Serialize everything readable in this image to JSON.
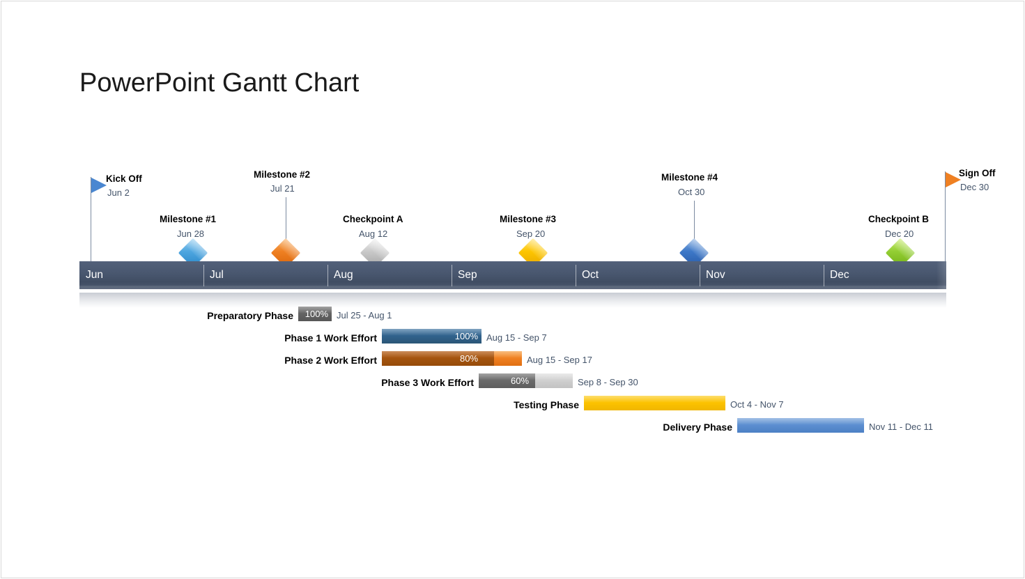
{
  "title": "PowerPoint Gantt Chart",
  "colors": {
    "axis_bar": "#4a5870",
    "date_text": "#44546a",
    "label_text": "#000000",
    "milestone_blue": "#4ea6e0",
    "milestone_orange": "#ef8022",
    "milestone_silver": "#c9c9c9",
    "milestone_yellow": "#fdc500",
    "milestone_darkblue": "#3d78c8",
    "milestone_green": "#93ce33",
    "flag_blue": "#4a87d1",
    "flag_orange": "#ef8022"
  },
  "timeline": {
    "months": [
      {
        "label": "Jun"
      },
      {
        "label": "Jul"
      },
      {
        "label": "Aug"
      },
      {
        "label": "Sep"
      },
      {
        "label": "Oct"
      },
      {
        "label": "Nov"
      },
      {
        "label": "Dec"
      }
    ]
  },
  "milestones": [
    {
      "name": "Kick Off",
      "date": "Jun 2",
      "marker": "flag",
      "color": "blue"
    },
    {
      "name": "Milestone #1",
      "date": "Jun 28",
      "marker": "diamond",
      "color": "blue"
    },
    {
      "name": "Milestone #2",
      "date": "Jul 21",
      "marker": "diamond",
      "color": "orange"
    },
    {
      "name": "Checkpoint A",
      "date": "Aug 12",
      "marker": "diamond",
      "color": "silver"
    },
    {
      "name": "Milestone #3",
      "date": "Sep 20",
      "marker": "diamond",
      "color": "yellow"
    },
    {
      "name": "Milestone #4",
      "date": "Oct 30",
      "marker": "diamond",
      "color": "darkblue"
    },
    {
      "name": "Checkpoint B",
      "date": "Dec 20",
      "marker": "diamond",
      "color": "green"
    },
    {
      "name": "Sign Off",
      "date": "Dec 30",
      "marker": "flag",
      "color": "orange"
    }
  ],
  "tasks": [
    {
      "label": "Preparatory Phase",
      "percent": "100%",
      "dates": "Jul 25 - Aug 1",
      "theme": "gray"
    },
    {
      "label": "Phase 1 Work Effort",
      "percent": "100%",
      "dates": "Aug 15 - Sep 7",
      "theme": "blue"
    },
    {
      "label": "Phase 2 Work Effort",
      "percent": "80%",
      "dates": "Aug 15 - Sep 17",
      "theme": "orange"
    },
    {
      "label": "Phase 3 Work Effort",
      "percent": "60%",
      "dates": "Sep 8 - Sep 30",
      "theme": "gray3"
    },
    {
      "label": "Testing Phase",
      "percent": "",
      "dates": "Oct 4 - Nov 7",
      "theme": "yellow"
    },
    {
      "label": "Delivery Phase",
      "percent": "",
      "dates": "Nov 11 - Dec 11",
      "theme": "lblue"
    }
  ],
  "chart_data": {
    "type": "bar",
    "title": "PowerPoint Gantt Chart",
    "xlabel": "",
    "ylabel": "",
    "axis_categories": [
      "Jun",
      "Jul",
      "Aug",
      "Sep",
      "Oct",
      "Nov",
      "Dec"
    ],
    "tasks": [
      {
        "name": "Preparatory Phase",
        "start": "Jul 25",
        "end": "Aug 1",
        "progress": 100,
        "color": "#636363"
      },
      {
        "name": "Phase 1 Work Effort",
        "start": "Aug 15",
        "end": "Sep 7",
        "progress": 100,
        "color": "#31628c"
      },
      {
        "name": "Phase 2 Work Effort",
        "start": "Aug 15",
        "end": "Sep 17",
        "progress": 80,
        "color": "#ef8022"
      },
      {
        "name": "Phase 3 Work Effort",
        "start": "Sep 8",
        "end": "Sep 30",
        "progress": 60,
        "color": "#696969"
      },
      {
        "name": "Testing Phase",
        "start": "Oct 4",
        "end": "Nov 7",
        "progress": null,
        "color": "#fcc200"
      },
      {
        "name": "Delivery Phase",
        "start": "Nov 11",
        "end": "Dec 11",
        "progress": null,
        "color": "#5b8ed0"
      }
    ],
    "milestones": [
      {
        "name": "Kick Off",
        "date": "Jun 2",
        "color": "#4a87d1"
      },
      {
        "name": "Milestone #1",
        "date": "Jun 28",
        "color": "#4ea6e0"
      },
      {
        "name": "Milestone #2",
        "date": "Jul 21",
        "color": "#ef8022"
      },
      {
        "name": "Checkpoint A",
        "date": "Aug 12",
        "color": "#c9c9c9"
      },
      {
        "name": "Milestone #3",
        "date": "Sep 20",
        "color": "#fdc500"
      },
      {
        "name": "Milestone #4",
        "date": "Oct 30",
        "color": "#3d78c8"
      },
      {
        "name": "Checkpoint B",
        "date": "Dec 20",
        "color": "#93ce33"
      },
      {
        "name": "Sign Off",
        "date": "Dec 30",
        "color": "#ef8022"
      }
    ]
  }
}
